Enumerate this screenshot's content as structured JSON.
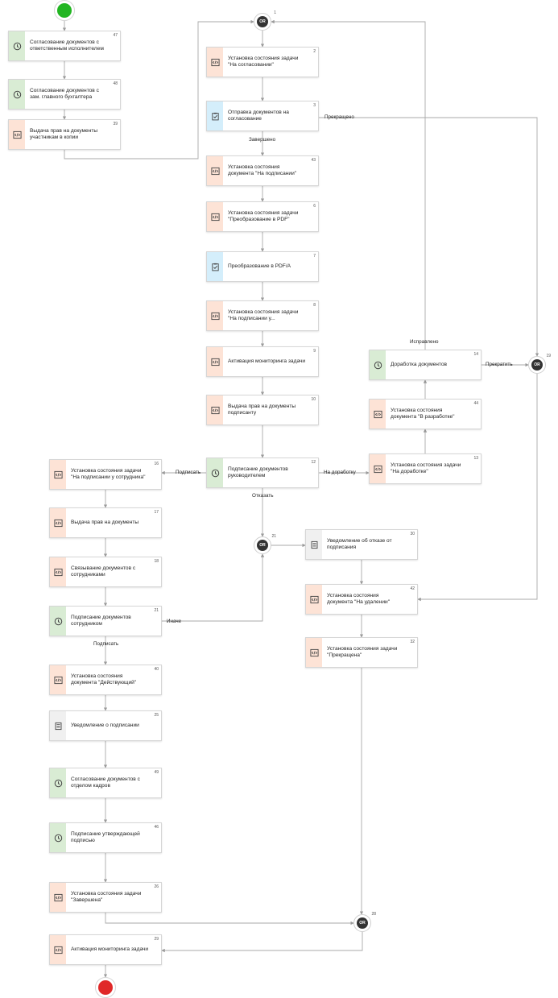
{
  "gateway_label": "OR",
  "start_icon": "start-event-icon",
  "end_icon": "end-event-icon",
  "icons": {
    "timer": "clock-icon",
    "script": "code-icon",
    "task": "clipboard-check-icon",
    "note": "document-icon"
  },
  "colors": {
    "timer": "#d9ecd4",
    "script": "#fde3d6",
    "task": "#d4eefb",
    "note": "#f0f0f0",
    "start": "#22b522",
    "end": "#e02828",
    "gateway": "#333333"
  },
  "nodes": [
    {
      "id": "47",
      "type": "timer",
      "text": "Согласование документов с ответственным исполнителем"
    },
    {
      "id": "48",
      "type": "timer",
      "text": "Согласование документов с зам. главного бухгалтера"
    },
    {
      "id": "39",
      "type": "script",
      "text": "Выдача прав на документы участникам в копии"
    },
    {
      "id": "2",
      "type": "script",
      "text": "Установка состояния задачи \"На согласовании\""
    },
    {
      "id": "3",
      "type": "task",
      "text": "Отправка документов на согласование"
    },
    {
      "id": "43",
      "type": "script",
      "text": "Установка состояния документа \"На подписании\""
    },
    {
      "id": "6",
      "type": "script",
      "text": "Установка состояния задачи \"Преобразование в PDF\""
    },
    {
      "id": "7",
      "type": "task",
      "text": "Преобразование в PDF/A"
    },
    {
      "id": "8",
      "type": "script",
      "text": "Установка состояния задачи \"На подписании у..."
    },
    {
      "id": "9",
      "type": "script",
      "text": "Активация мониторинга задачи"
    },
    {
      "id": "10",
      "type": "script",
      "text": "Выдача прав на документы подписанту"
    },
    {
      "id": "12",
      "type": "timer",
      "text": "Подписание документов руководителем"
    },
    {
      "id": "14",
      "type": "timer",
      "text": "Доработка документов"
    },
    {
      "id": "44",
      "type": "script",
      "text": "Установка состояния документа \"В разработке\""
    },
    {
      "id": "13",
      "type": "script",
      "text": "Установка состояния задачи \"На доработке\""
    },
    {
      "id": "16",
      "type": "script",
      "text": "Установка состояния задачи \"На подписании у сотрудника\""
    },
    {
      "id": "17",
      "type": "script",
      "text": "Выдача прав на документы"
    },
    {
      "id": "18",
      "type": "script",
      "text": "Связывание документов с сотрудниками"
    },
    {
      "id": "21",
      "type": "timer",
      "text": "Подписание документов сотрудником"
    },
    {
      "id": "40",
      "type": "script",
      "text": "Установка состояния документа \"Действующий\""
    },
    {
      "id": "25",
      "type": "note",
      "text": "Уведомление о подписании"
    },
    {
      "id": "49",
      "type": "timer",
      "text": "Согласование документов с отделом кадров"
    },
    {
      "id": "46",
      "type": "timer",
      "text": "Подписание утверждающей подписью"
    },
    {
      "id": "26",
      "type": "script",
      "text": "Установка состояния задачи \"Завершена\""
    },
    {
      "id": "29",
      "type": "script",
      "text": "Активация мониторинга задачи"
    },
    {
      "id": "30",
      "type": "note",
      "text": "Уведомление об отказе от подписания"
    },
    {
      "id": "42",
      "type": "script",
      "text": "Установка состояния документа \"На удалении\""
    },
    {
      "id": "32",
      "type": "script",
      "text": "Установка состояния задачи \"Прекращена\""
    }
  ],
  "gateways": [
    {
      "id": "1"
    },
    {
      "id": "19"
    },
    {
      "id": "21"
    },
    {
      "id": "28"
    }
  ],
  "edge_labels": [
    {
      "key": "completed",
      "text": "Завершено"
    },
    {
      "key": "stopped",
      "text": "Прекращено"
    },
    {
      "key": "fixed",
      "text": "Исправлено"
    },
    {
      "key": "stop",
      "text": "Прекратить"
    },
    {
      "key": "sign_left",
      "text": "Подписать"
    },
    {
      "key": "rework",
      "text": "На доработку"
    },
    {
      "key": "refuse",
      "text": "Отказать"
    },
    {
      "key": "otherwise",
      "text": "Иначе"
    },
    {
      "key": "sign_bottom",
      "text": "Подписать"
    }
  ]
}
